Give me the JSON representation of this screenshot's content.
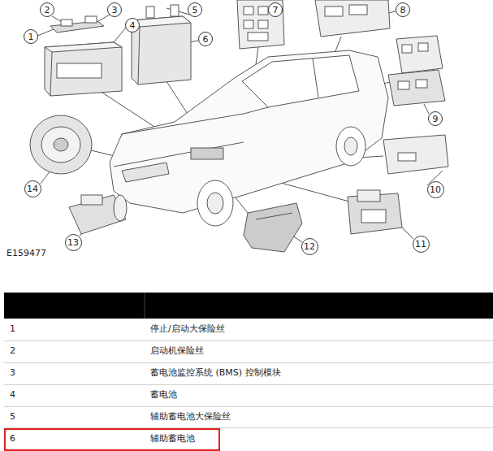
{
  "diagram": {
    "nodes": [
      {
        "text": [
          "2"
        ]
      },
      {
        "text": [
          "3"
        ]
      },
      {
        "text": [
          "5"
        ]
      },
      {
        "text": [
          "7"
        ]
      },
      {
        "text": [
          "8"
        ]
      },
      {
        "text": [
          "1"
        ]
      },
      {
        "text": [
          "4"
        ]
      },
      {
        "text": [
          "6"
        ]
      },
      {
        "text": [
          "9"
        ]
      },
      {
        "text": [
          "14"
        ]
      },
      {
        "text": [
          "10"
        ]
      },
      {
        "text": [
          "13"
        ]
      },
      {
        "text": [
          "12"
        ]
      },
      {
        "text": [
          "11"
        ]
      }
    ],
    "labels": [
      "E159477",
      "1",
      "停止/启动大保险丝",
      "2",
      "启动机保险丝",
      "3",
      "蓄电池监控系统 (BMS) 控制模块",
      "4",
      "蓄电池",
      "5",
      "辅助蓄电池大保险丝",
      "6",
      "辅助蓄电池"
    ]
  }
}
